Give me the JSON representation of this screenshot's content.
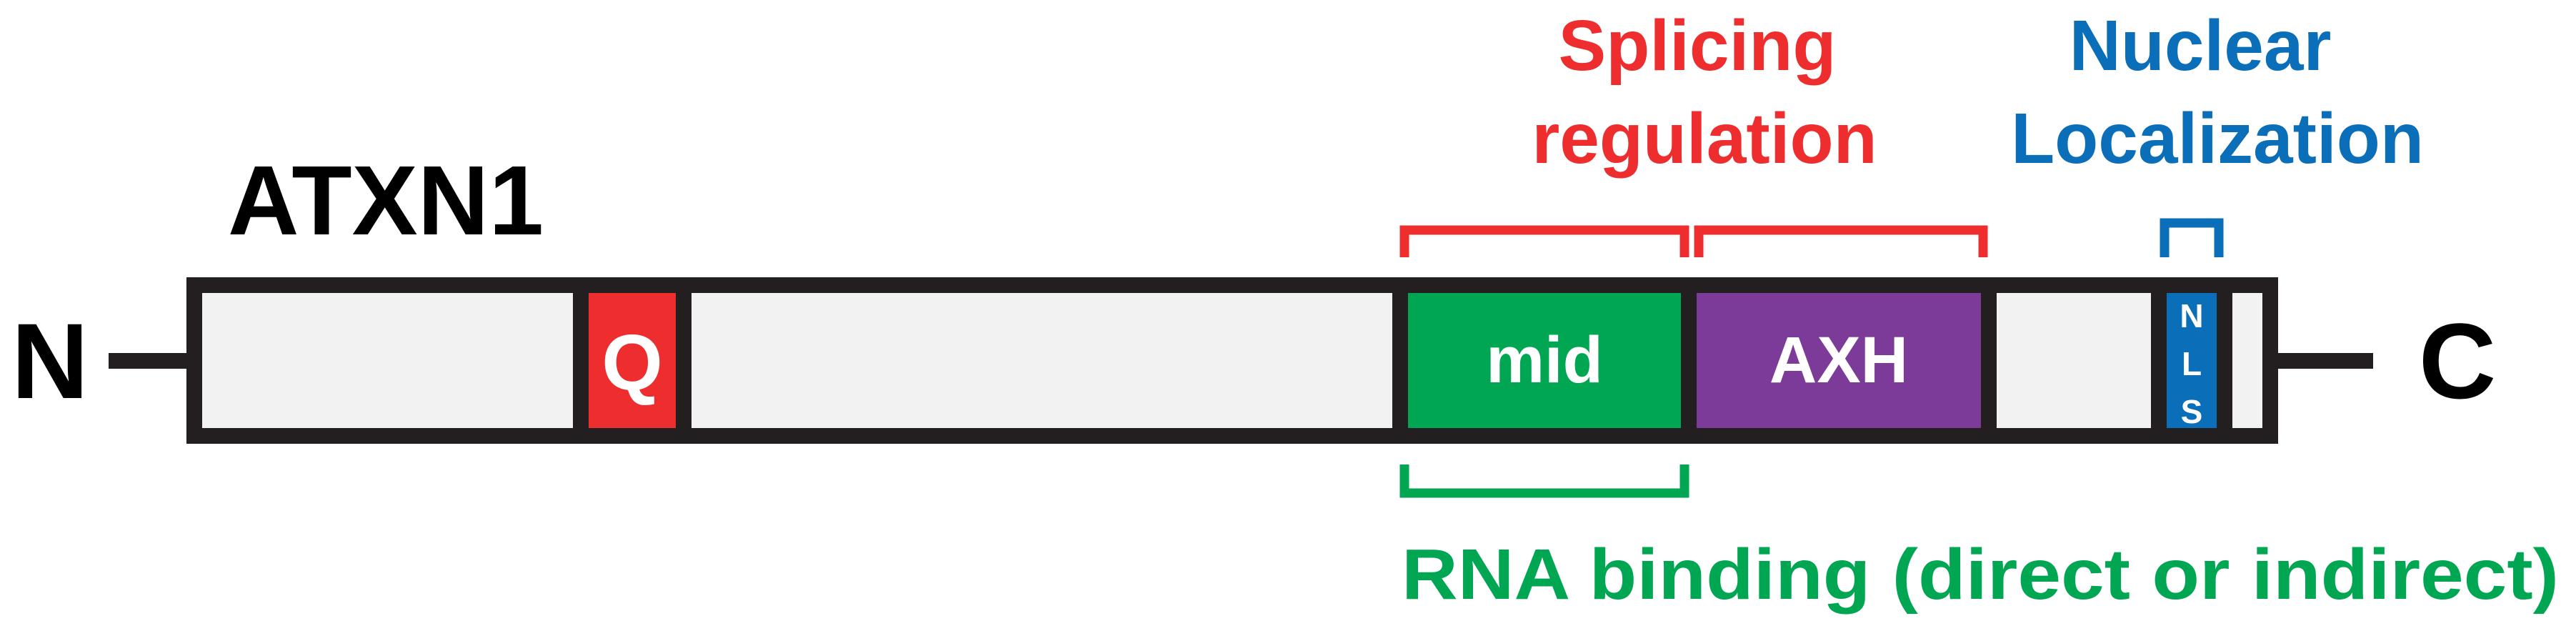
{
  "protein_name": "ATXN1",
  "n_terminus": "N",
  "c_terminus": "C",
  "domains": {
    "polyq": "Q",
    "mid": "mid",
    "axh": "AXH",
    "nls_letters": [
      "N",
      "L",
      "S"
    ]
  },
  "annotations": {
    "splicing_line1": "Splicing",
    "splicing_line2": "regulation",
    "nuclear_line1": "Nuclear",
    "nuclear_line2": "Localization",
    "rna_binding": "RNA binding (direct or indirect)"
  },
  "colors": {
    "backbone_fill": "#f2f2f2",
    "outline": "#231f20",
    "polyq": "#ee2d2e",
    "mid": "#00a651",
    "axh": "#7c3b98",
    "nls": "#0b6eb8",
    "splicing": "#ee2d2e",
    "nuclear": "#0b6eb8",
    "rna": "#00a651",
    "text": "#000000"
  }
}
